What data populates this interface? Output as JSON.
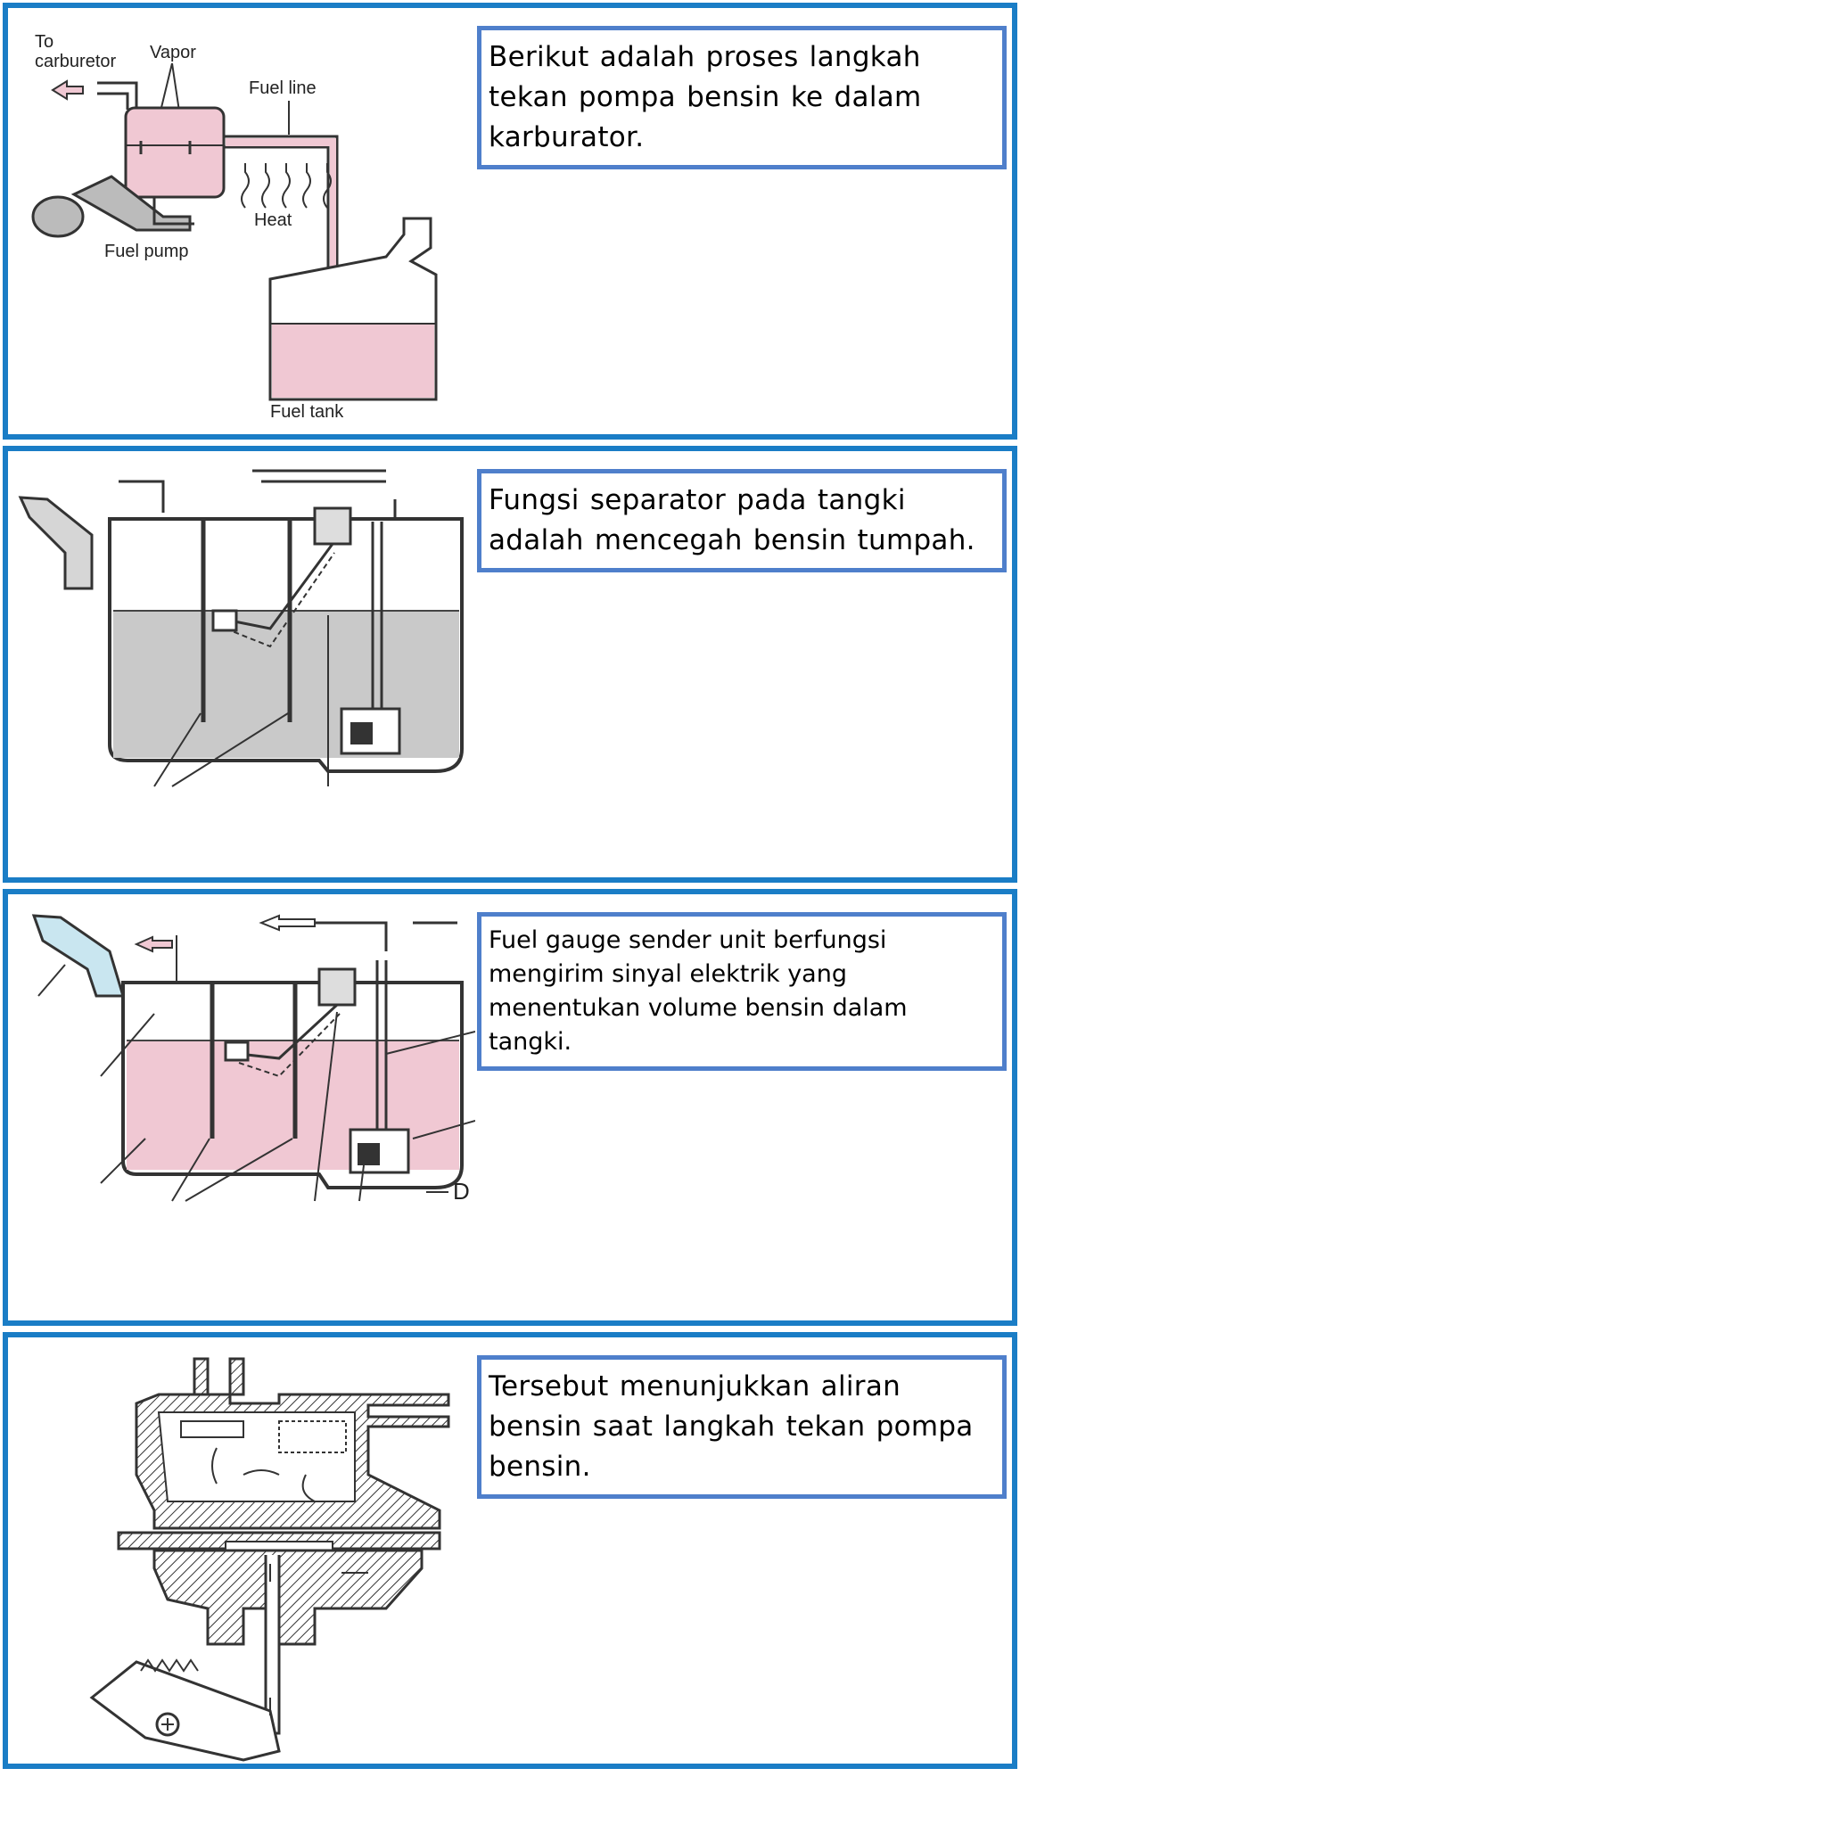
{
  "colors": {
    "frame": "#1a7dc6",
    "caption_border": "#4f7fcb",
    "fuel_pink": "#f0c8d3",
    "fuel_gray": "#c9c9c9"
  },
  "panels": [
    {
      "caption": "Berikut  adalah proses langkah tekan pompa bensin ke dalam karburator.",
      "labels": {
        "to_carburetor_1": "To",
        "to_carburetor_2": "carburetor",
        "vapor": "Vapor",
        "fuel_line": "Fuel line",
        "heat": "Heat",
        "fuel_pump": "Fuel pump",
        "fuel_tank": "Fuel tank"
      }
    },
    {
      "caption": "Fungsi separator pada tangki adalah mencegah bensin tumpah."
    },
    {
      "caption": "Fuel gauge sender unit berfungsi mengirim sinyal elektrik yang menentukan volume bensin dalam tangki.",
      "labels": {
        "drain": "D"
      }
    },
    {
      "caption": "Tersebut menunjukkan aliran bensin saat langkah tekan pompa bensin."
    }
  ]
}
